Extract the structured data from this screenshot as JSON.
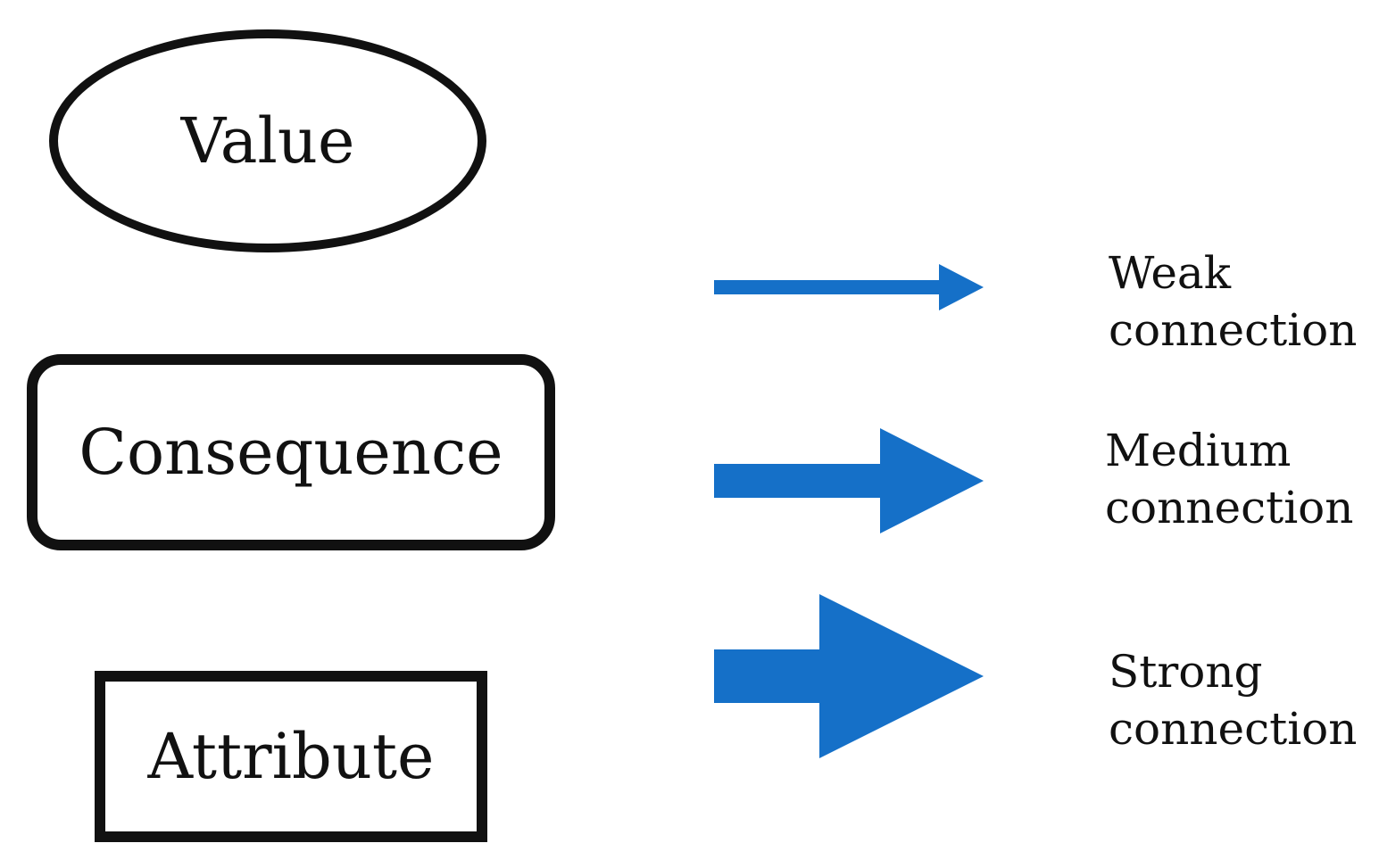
{
  "shapes": {
    "value": "Value",
    "consequence": "Consequence",
    "attribute": "Attribute"
  },
  "legend": {
    "weak": {
      "line1": "Weak",
      "line2": "connection"
    },
    "medium": {
      "line1": "Medium",
      "line2": "connection"
    },
    "strong": {
      "line1": "Strong",
      "line2": "connection"
    }
  },
  "colors": {
    "arrow": "#1570c8",
    "outline": "#111111"
  }
}
